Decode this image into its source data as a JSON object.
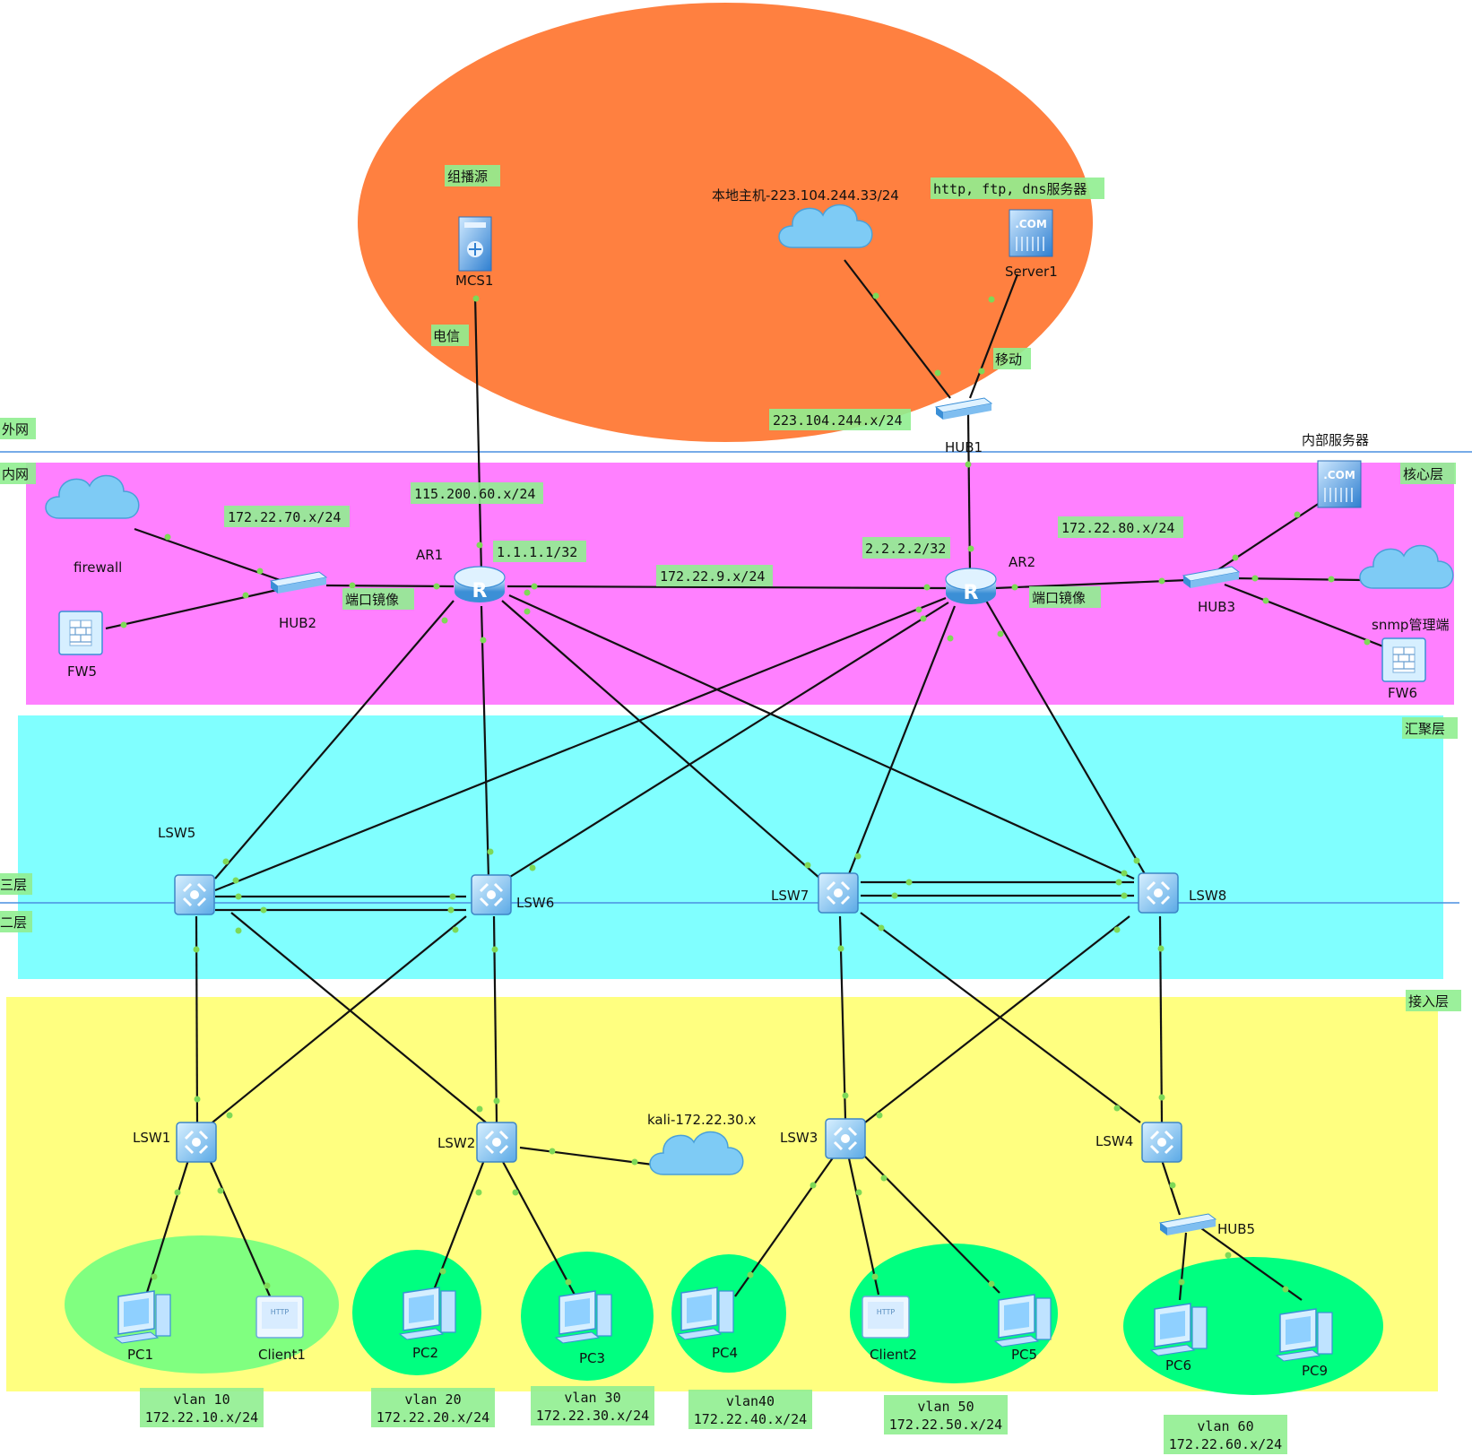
{
  "zones": {
    "outer_net": "外网",
    "inner_net": "内网",
    "core": "核心层",
    "aggregation": "汇聚层",
    "access": "接入层",
    "layer3": "三层",
    "layer2": "二层"
  },
  "external": {
    "multicast_label": "组播源",
    "local_host": "本地主机-223.104.244.33/24",
    "server_role": "http, ftp, dns服务器",
    "telecom": "电信",
    "mobile": "移动",
    "hub1_net": "223.104.244.x/24"
  },
  "core": {
    "internal_server_label": "内部服务器",
    "net_70": "172.22.70.x/24",
    "net_115": "115.200.60.x/24",
    "loop_ar1": "1.1.1.1/32",
    "loop_ar2": "2.2.2.2/32",
    "net_9": "172.22.9.x/24",
    "net_80": "172.22.80.x/24",
    "mirror1": "端口镜像",
    "mirror2": "端口镜像"
  },
  "access": {
    "kali": "kali-172.22.30.x"
  },
  "devices": {
    "mcs1": "MCS1",
    "server1": "Server1",
    "hub1": "HUB1",
    "firewall_cloud": "firewall",
    "fw5": "FW5",
    "hub2": "HUB2",
    "ar1": "AR1",
    "ar2": "AR2",
    "hub3": "HUB3",
    "snmp": "snmp管理端",
    "fw6": "FW6",
    "lsw5": "LSW5",
    "lsw6": "LSW6",
    "lsw7": "LSW7",
    "lsw8": "LSW8",
    "lsw1": "LSW1",
    "lsw2": "LSW2",
    "lsw3": "LSW3",
    "lsw4": "LSW4",
    "hub5": "HUB5",
    "pc1": "PC1",
    "client1": "Client1",
    "pc2": "PC2",
    "pc3": "PC3",
    "pc4": "PC4",
    "client2": "Client2",
    "pc5": "PC5",
    "pc6": "PC6",
    "pc9": "PC9"
  },
  "vlans": [
    {
      "name": "vlan 10",
      "net": "172.22.10.x/24"
    },
    {
      "name": "vlan 20",
      "net": "172.22.20.x/24"
    },
    {
      "name": "vlan 30",
      "net": "172.22.30.x/24"
    },
    {
      "name": "vlan40",
      "net": "172.22.40.x/24"
    },
    {
      "name": "vlan 50",
      "net": "172.22.50.x/24"
    },
    {
      "name": "vlan 60",
      "net": "172.22.60.x/24"
    }
  ],
  "colors": {
    "outer_ellipse": "#ff8040",
    "core_band": "#ff80ff",
    "agg_band": "#80ffff",
    "access_band": "#ffff80",
    "vlan_bubble": "#00ff80",
    "vlan10_bubble": "#80ff80",
    "label_bg": "#90ee90",
    "link": "#111111"
  }
}
